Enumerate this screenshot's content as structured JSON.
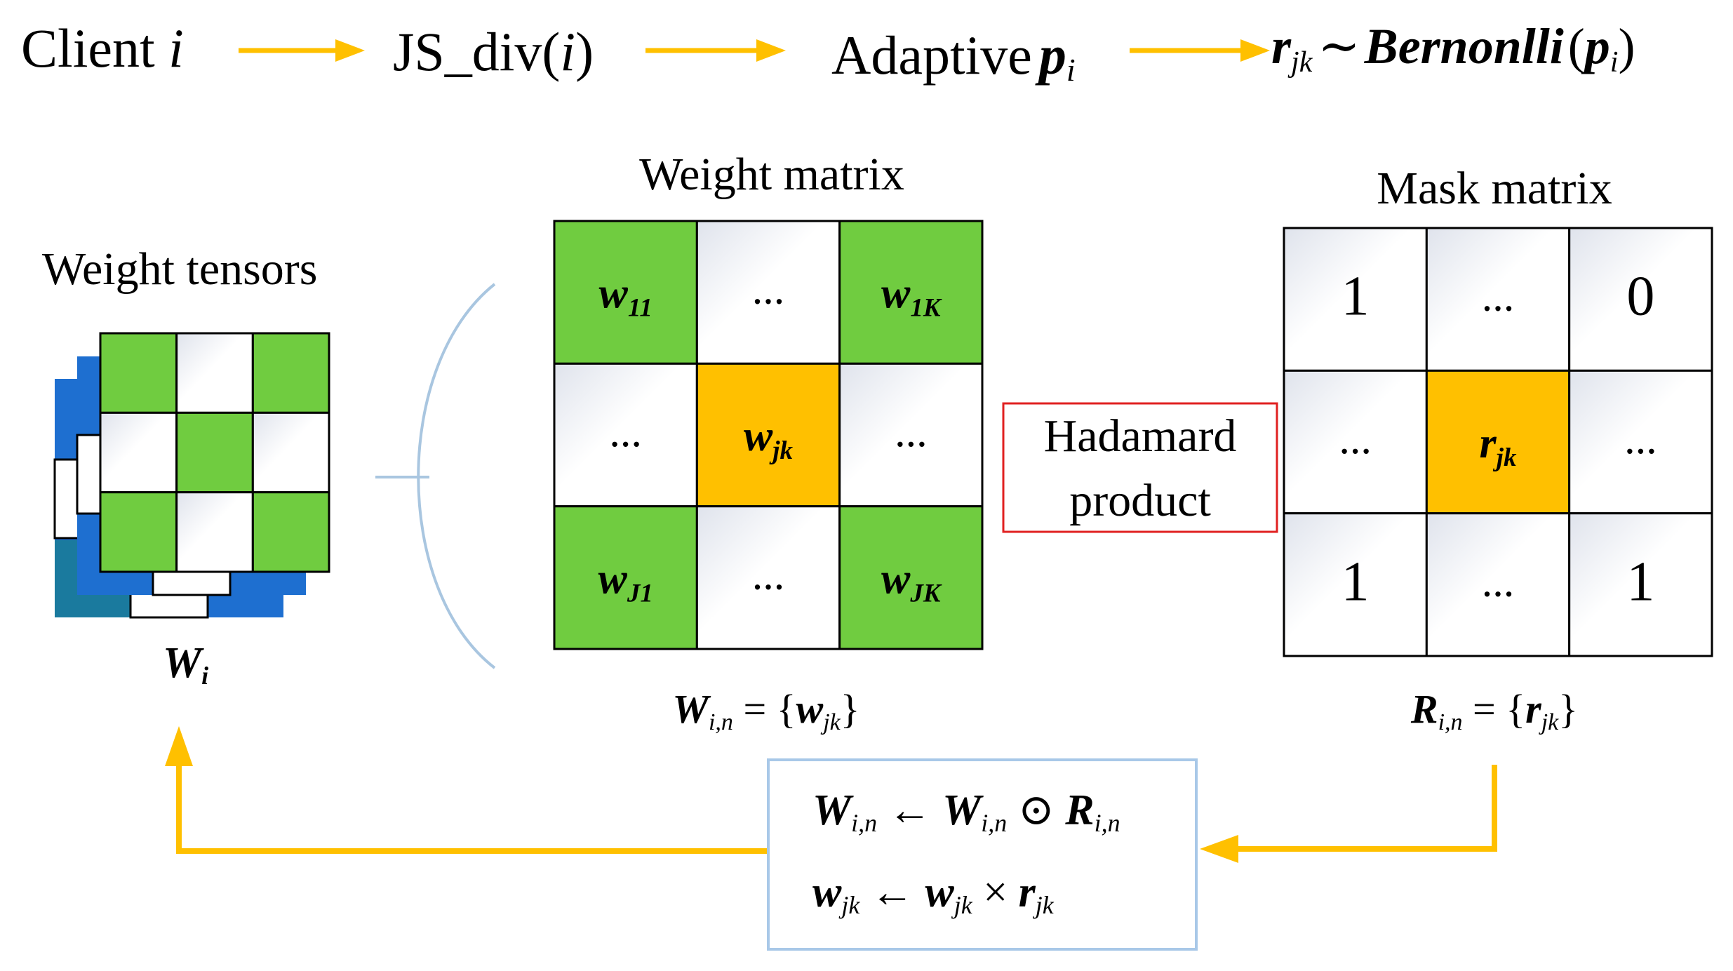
{
  "colors": {
    "arrow": "#FFC000",
    "green": "#70CC40",
    "orange": "#FFC000",
    "blue_front": "#1E6FD0",
    "blue_back": "#1A7A9E",
    "box_red": "#E02020",
    "box_blue": "#A8C8E8",
    "bracket": "#A9C6E0"
  },
  "flow": {
    "client_text": "Client ",
    "client_var": "i",
    "js_text": "JS_div(",
    "js_var": "i",
    "js_close": ")",
    "adaptive_text": "Adaptive",
    "adaptive_p": "p",
    "adaptive_sub": "i",
    "r_var": "r",
    "r_sub": "jk",
    "tilde": "∼",
    "bern_text": "Bernonlli",
    "bern_open": "(",
    "bern_p": "p",
    "bern_sub": "i",
    "bern_close": ")"
  },
  "tensors": {
    "title": "Weight tensors",
    "label_var": "W",
    "label_sub": "i"
  },
  "weight_matrix": {
    "title": "Weight matrix",
    "cells": [
      {
        "main": "w",
        "sub": "11",
        "fill": "green"
      },
      {
        "main": "...",
        "sub": "",
        "fill": "white"
      },
      {
        "main": "w",
        "sub": "1K",
        "fill": "green"
      },
      {
        "main": "...",
        "sub": "",
        "fill": "white"
      },
      {
        "main": "w",
        "sub": "jk",
        "fill": "orange"
      },
      {
        "main": "...",
        "sub": "",
        "fill": "white"
      },
      {
        "main": "w",
        "sub": "J1",
        "fill": "green"
      },
      {
        "main": "...",
        "sub": "",
        "fill": "white"
      },
      {
        "main": "w",
        "sub": "JK",
        "fill": "green"
      }
    ],
    "caption_var": "W",
    "caption_sub": "i,n",
    "caption_eq": " = {",
    "caption_el": "w",
    "caption_el_sub": "jk",
    "caption_close": "}"
  },
  "hadamard": {
    "line1": "Hadamard",
    "line2": "product"
  },
  "mask_matrix": {
    "title": "Mask matrix",
    "cells": [
      {
        "main": "1",
        "sub": "",
        "fill": "white"
      },
      {
        "main": "...",
        "sub": "",
        "fill": "white"
      },
      {
        "main": "0",
        "sub": "",
        "fill": "white"
      },
      {
        "main": "...",
        "sub": "",
        "fill": "white"
      },
      {
        "main": "r",
        "sub": "jk",
        "fill": "orange"
      },
      {
        "main": "...",
        "sub": "",
        "fill": "white"
      },
      {
        "main": "1",
        "sub": "",
        "fill": "white"
      },
      {
        "main": "...",
        "sub": "",
        "fill": "white"
      },
      {
        "main": "1",
        "sub": "",
        "fill": "white"
      }
    ],
    "caption_var": "R",
    "caption_sub": "i,n",
    "caption_eq": " = {",
    "caption_el": "r",
    "caption_el_sub": "jk",
    "caption_close": "}"
  },
  "update_box": {
    "eq1_lhs": "W",
    "eq1_lhs_sub": "i,n",
    "eq1_arrow": " ← ",
    "eq1_r1": "W",
    "eq1_r1_sub": "i,n",
    "eq1_op": " ⊙ ",
    "eq1_r2": "R",
    "eq1_r2_sub": "i,n",
    "eq2_lhs": "w",
    "eq2_lhs_sub": "jk",
    "eq2_arrow": " ← ",
    "eq2_r1": "w",
    "eq2_r1_sub": "jk",
    "eq2_op": " × ",
    "eq2_r2": "r",
    "eq2_r2_sub": "jk"
  }
}
